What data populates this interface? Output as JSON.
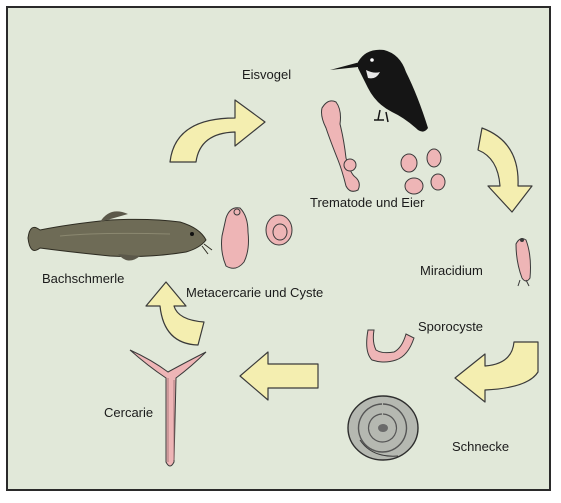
{
  "labels": {
    "eisvogel": "Eisvogel",
    "trematode": "Trematode und Eier",
    "miracidium": "Miracidium",
    "sporocyste": "Sporocyste",
    "schnecke": "Schnecke",
    "cercarie": "Cercarie",
    "metacercarie": "Metacercarie und Cyste",
    "bachschmerle": "Bachschmerle"
  },
  "colors": {
    "background": "#e1e8d9",
    "arrow_fill": "#f4eeb0",
    "parasite_fill": "#eeb5b6",
    "outline": "#3a3a3a"
  }
}
